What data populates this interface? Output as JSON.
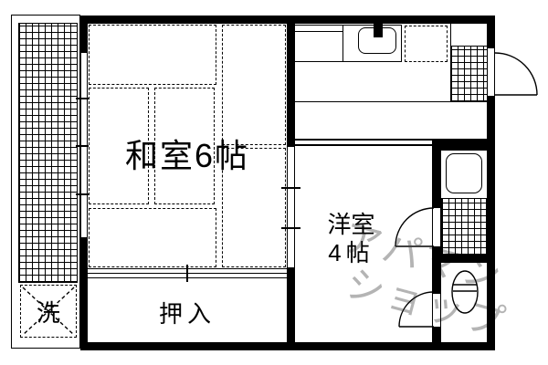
{
  "floorplan": {
    "rooms": {
      "washitsu": {
        "label": "和室6帖"
      },
      "youshitsu": {
        "label": "洋室",
        "size": "4帖"
      },
      "oshiire": {
        "label": "押入"
      },
      "laundry": {
        "label": "洗"
      }
    },
    "watermark": {
      "line1": "アパマン",
      "line2": "ショップ"
    },
    "fixtures": [
      "sink-icon",
      "faucet-icon",
      "refrigerator-slot",
      "bathtub-icon",
      "toilet-icon",
      "washing-machine-cross",
      "entrance-door-arc",
      "bathroom-door-arc",
      "toilet-door-arc"
    ],
    "colors": {
      "wall": "#000000",
      "background": "#ffffff",
      "watermark": "#b4b4b4"
    }
  }
}
